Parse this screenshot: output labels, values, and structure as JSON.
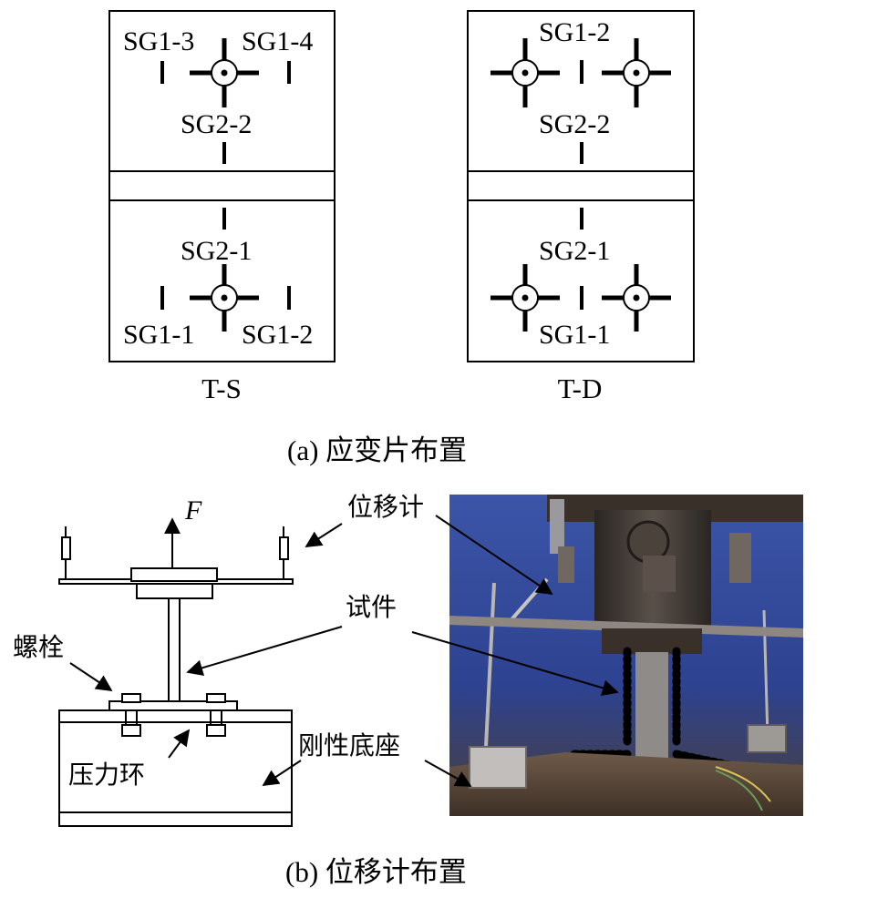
{
  "panel_a": {
    "caption": "(a)  应变片布置",
    "ts": {
      "title": "T-S",
      "labels": {
        "sg1_3": "SG1-3",
        "sg1_4": "SG1-4",
        "sg2_2": "SG2-2",
        "sg2_1": "SG2-1",
        "sg1_1": "SG1-1",
        "sg1_2": "SG1-2"
      }
    },
    "td": {
      "title": "T-D",
      "labels": {
        "sg1_2": "SG1-2",
        "sg2_2": "SG2-2",
        "sg2_1": "SG2-1",
        "sg1_1": "SG1-1"
      }
    }
  },
  "panel_b": {
    "caption": "(b)  位移计布置",
    "force_label": "F",
    "labels": {
      "displacement_meter": "位移计",
      "specimen": "试件",
      "bolt": "螺栓",
      "pressure_ring": "压力环",
      "rigid_base": "刚性底座"
    }
  }
}
